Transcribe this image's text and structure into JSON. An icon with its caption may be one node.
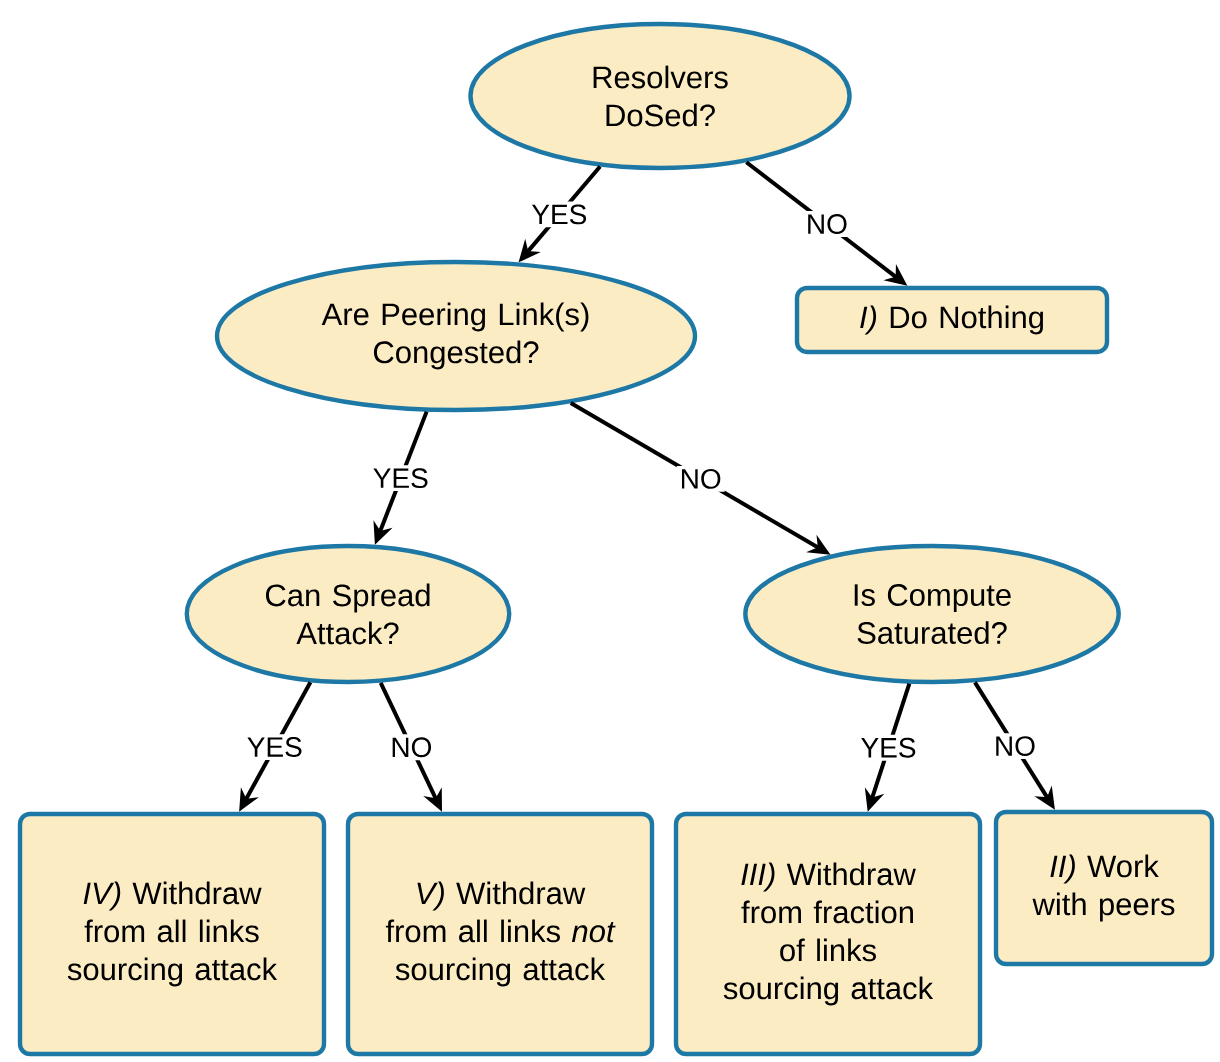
{
  "diagram": {
    "nodes": [
      {
        "text": [
          "Resolvers DoSed?"
        ]
      },
      {
        "text": [
          "*I)* Do Nothing"
        ]
      },
      {
        "text": [
          "Are Peering Link(s) Congested?"
        ]
      },
      {
        "text": [
          "Can Spread Attack?"
        ]
      },
      {
        "text": [
          "Is Compute Saturated?"
        ]
      },
      {
        "text": [
          "*IV)* Withdraw from all links sourcing attack"
        ]
      },
      {
        "text": [
          "*V)* Withdraw from all links *not* sourcing attack"
        ]
      },
      {
        "text": [
          "*III)* Withdraw from fraction of links sourcing attack"
        ]
      },
      {
        "text": [
          "*II)* Work with peers"
        ]
      }
    ],
    "edges": [
      {
        "from": 0,
        "to": 2,
        "arrow": "to",
        "label": "YES"
      },
      {
        "from": 0,
        "to": 1,
        "arrow": "to",
        "label": "NO"
      },
      {
        "from": 2,
        "to": 3,
        "arrow": "to",
        "label": "YES"
      },
      {
        "from": 2,
        "to": 4,
        "arrow": "to",
        "label": "NO"
      },
      {
        "from": 3,
        "to": 5,
        "arrow": "to",
        "label": "YES"
      },
      {
        "from": 3,
        "to": 6,
        "arrow": "to",
        "label": "NO"
      },
      {
        "from": 4,
        "to": 7,
        "arrow": "to",
        "label": "YES"
      },
      {
        "from": 4,
        "to": 8,
        "arrow": "to",
        "label": "NO"
      }
    ]
  }
}
